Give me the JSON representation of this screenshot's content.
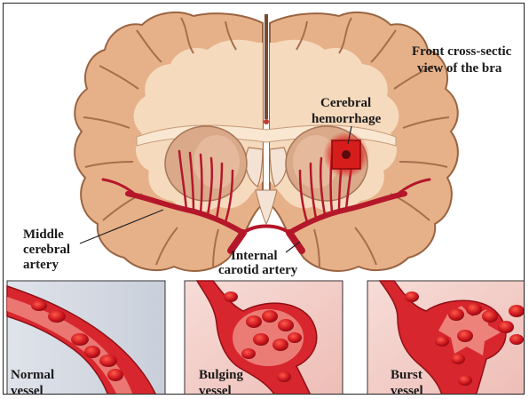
{
  "labels": {
    "view_title_line1": "Front cross-sectic",
    "view_title_line2": "view of the bra",
    "hemorrhage_line1": "Cerebral",
    "hemorrhage_line2": "hemorrhage",
    "middle_line1": "Middle",
    "middle_line2": "cerebral",
    "middle_line3": "artery",
    "internal_line1": "Internal",
    "internal_line2": "carotid artery"
  },
  "panels": [
    {
      "id": "normal",
      "line1": "Normal",
      "line2": "vessel"
    },
    {
      "id": "bulging",
      "line1": "Bulging",
      "line2": "vessel"
    },
    {
      "id": "burst",
      "line1": "Burst",
      "line2": "vessel"
    }
  ],
  "colors": {
    "brain_tan": "#e8b48a",
    "white_matter": "#f6dfc3",
    "outline": "#8a5a3a",
    "artery": "#b5172a",
    "hemorrhage": "#d91a1a",
    "panel_bg": "#f3d3cf"
  }
}
